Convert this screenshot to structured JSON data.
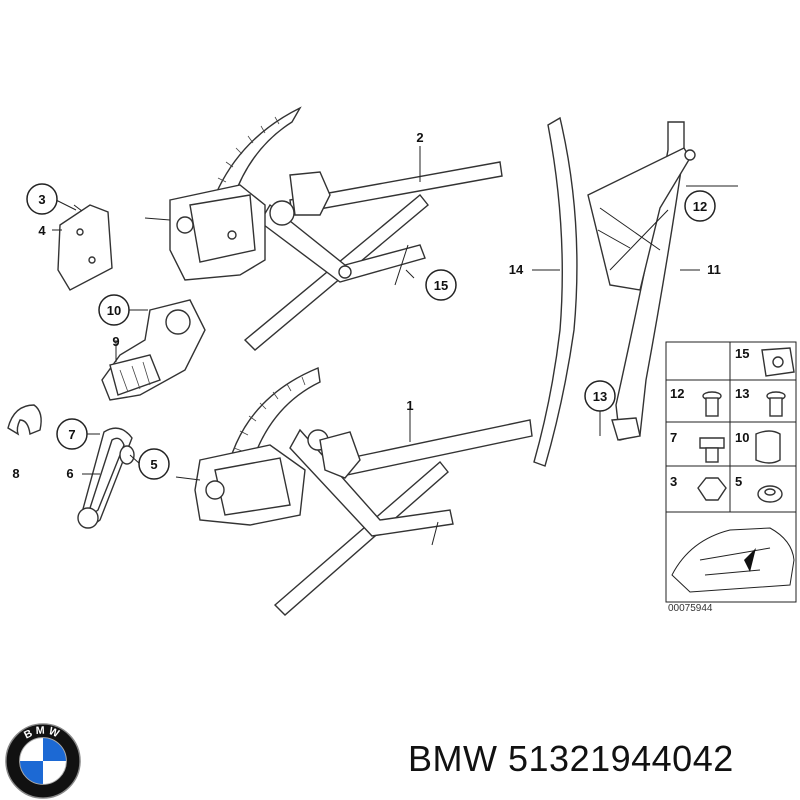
{
  "diagram": {
    "callouts": {
      "c1": "1",
      "c2": "2",
      "c3": "3",
      "c4": "4",
      "c5": "5",
      "c6": "6",
      "c7": "7",
      "c8": "8",
      "c9": "9",
      "c10": "10",
      "c11": "11",
      "c12": "12",
      "c13": "13",
      "c14": "14",
      "c15": "15"
    },
    "legend": {
      "p15": "15",
      "p12": "12",
      "p13": "13",
      "p7": "7",
      "p10": "10",
      "p3": "3",
      "p5": "5"
    },
    "catalog_code": "00075944"
  },
  "footer": {
    "brand": "BMW",
    "part_number": "51321944042",
    "logo_letters": "BMW"
  },
  "colors": {
    "line": "#222222",
    "bmw_blue": "#1c69d4",
    "bmw_ring": "#111111"
  },
  "icons": [
    "bmw-logo",
    "car-silhouette-icon"
  ]
}
